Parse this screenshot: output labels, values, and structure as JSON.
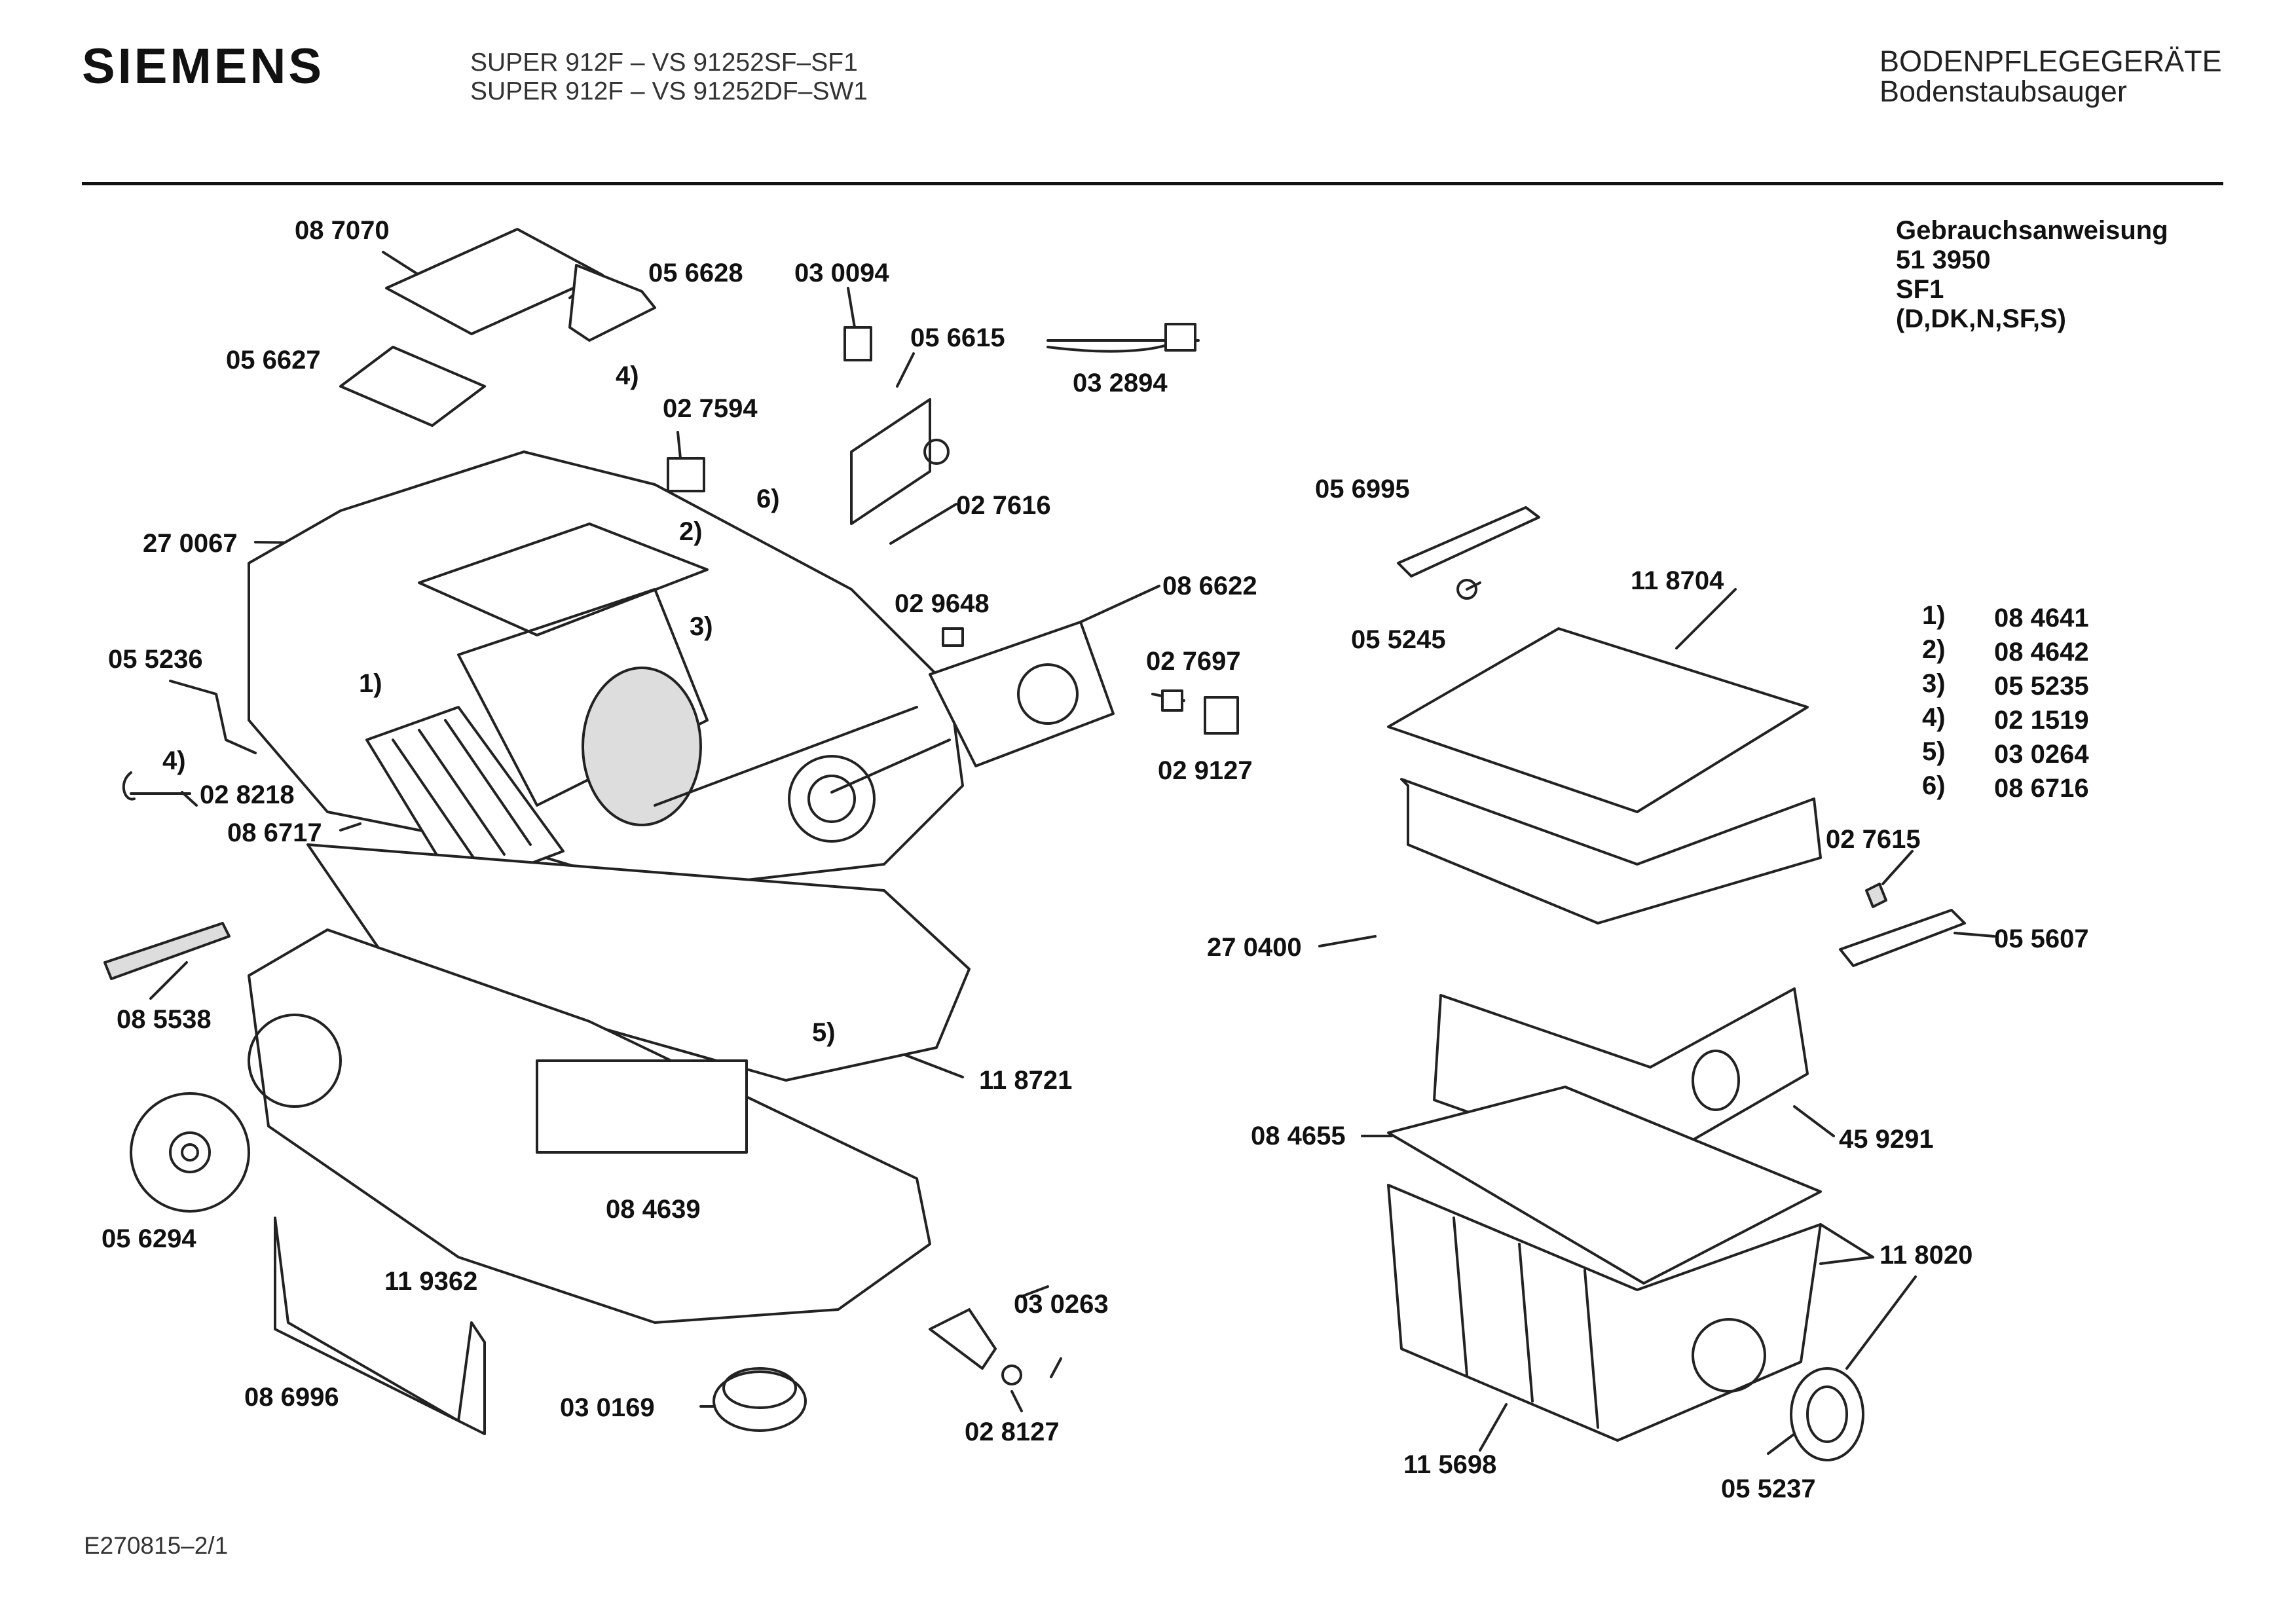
{
  "header": {
    "brand": "SIEMENS",
    "model_lines": [
      "SUPER 912F – VS 91252SF–SF1",
      "SUPER 912F – VS 91252DF–SW1"
    ],
    "category": "BODENPFLEGEGERÄTE",
    "subcategory": "Bodenstaubsauger"
  },
  "manual": {
    "title": "Gebrauchsanweisung",
    "number": "51 3950",
    "variant": "SF1",
    "languages": "(D,DK,N,SF,S)"
  },
  "parts": [
    "08 7070",
    "05 6628",
    "03 0094",
    "05 6627",
    "05 6615",
    "03 2894",
    "02 7594",
    "27 0067",
    "02 7616",
    "02 9648",
    "08 6622",
    "05 5236",
    "02 7697",
    "02 8218",
    "02 9127",
    "08 6717",
    "08 5538",
    "11 8721",
    "05 6294",
    "08 4639",
    "11 9362",
    "03 0263",
    "08 6996",
    "03 0169",
    "02 8127",
    "05 6995",
    "05 5245",
    "11 8704",
    "02 7615",
    "05 5607",
    "27 0400",
    "08 4655",
    "45 9291",
    "11 8020",
    "11 5698",
    "05 5237"
  ],
  "markers": [
    "1)",
    "2)",
    "3)",
    "4)",
    "4)",
    "5)",
    "6)"
  ],
  "legend": [
    {
      "key": "1)",
      "part": "08 4641"
    },
    {
      "key": "2)",
      "part": "08 4642"
    },
    {
      "key": "3)",
      "part": "05 5235"
    },
    {
      "key": "4)",
      "part": "02 1519"
    },
    {
      "key": "5)",
      "part": "03 0264"
    },
    {
      "key": "6)",
      "part": "08 6716"
    }
  ],
  "footer": "E270815–2/1"
}
